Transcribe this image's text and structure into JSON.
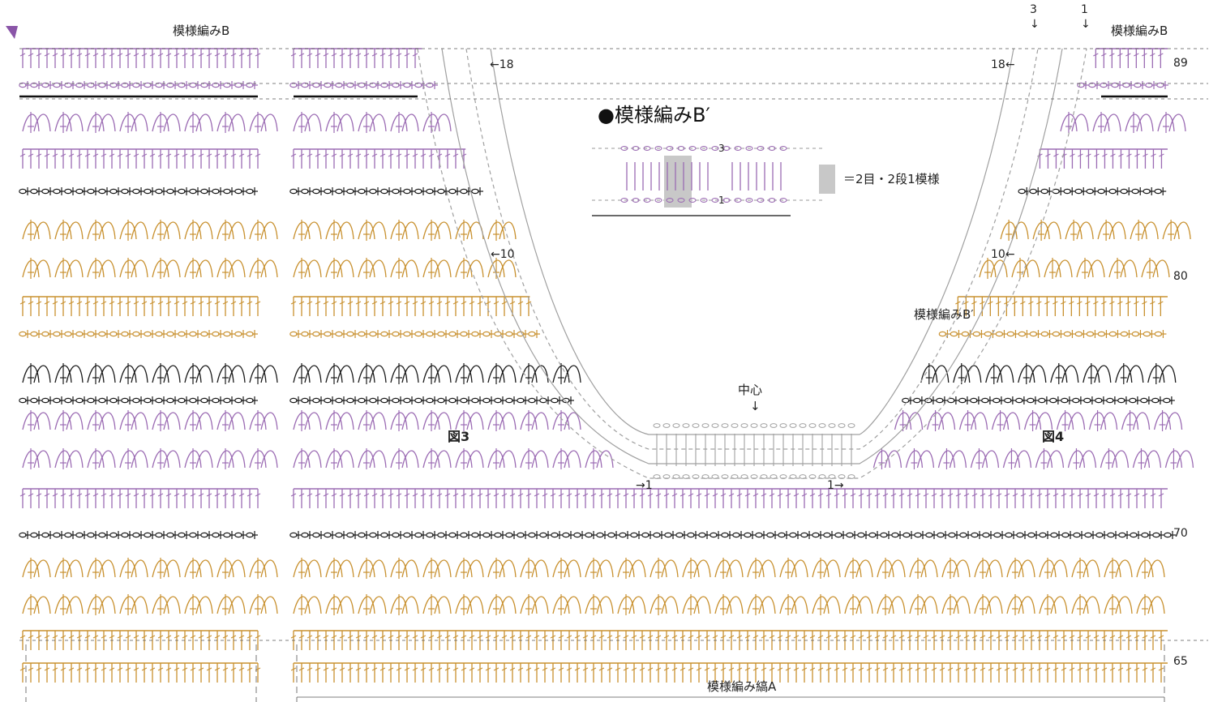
{
  "labels": {
    "pattern_b_left": "模様編みB",
    "pattern_b_right": "模様編みB",
    "pattern_stripe_a": "模様編み縞A",
    "pattern_b_prime_title": "●模様編みB′",
    "pattern_b_prime_curve": "模様編みB′",
    "center": "中心",
    "center_arrow": "↓",
    "fig3": "図3",
    "fig4": "図4",
    "legend_text": "＝2目・2段1模様"
  },
  "row_markers": {
    "left_18": "←18",
    "left_10": "←10",
    "left_1": "→1",
    "right_18": "18←",
    "right_10": "10←",
    "right_1": "1→",
    "top_3": "3",
    "top_1": "1",
    "top_arrow": "↓",
    "legend_row_3": "3",
    "legend_row_1": "1"
  },
  "row_numbers": [
    "89",
    "80",
    "70",
    "65"
  ],
  "colors": {
    "purple": "#9b6bb3",
    "orange": "#c8902e",
    "black": "#1a1a1a",
    "gray": "#a0a0a0",
    "legend_box": "#c8c8c8"
  }
}
